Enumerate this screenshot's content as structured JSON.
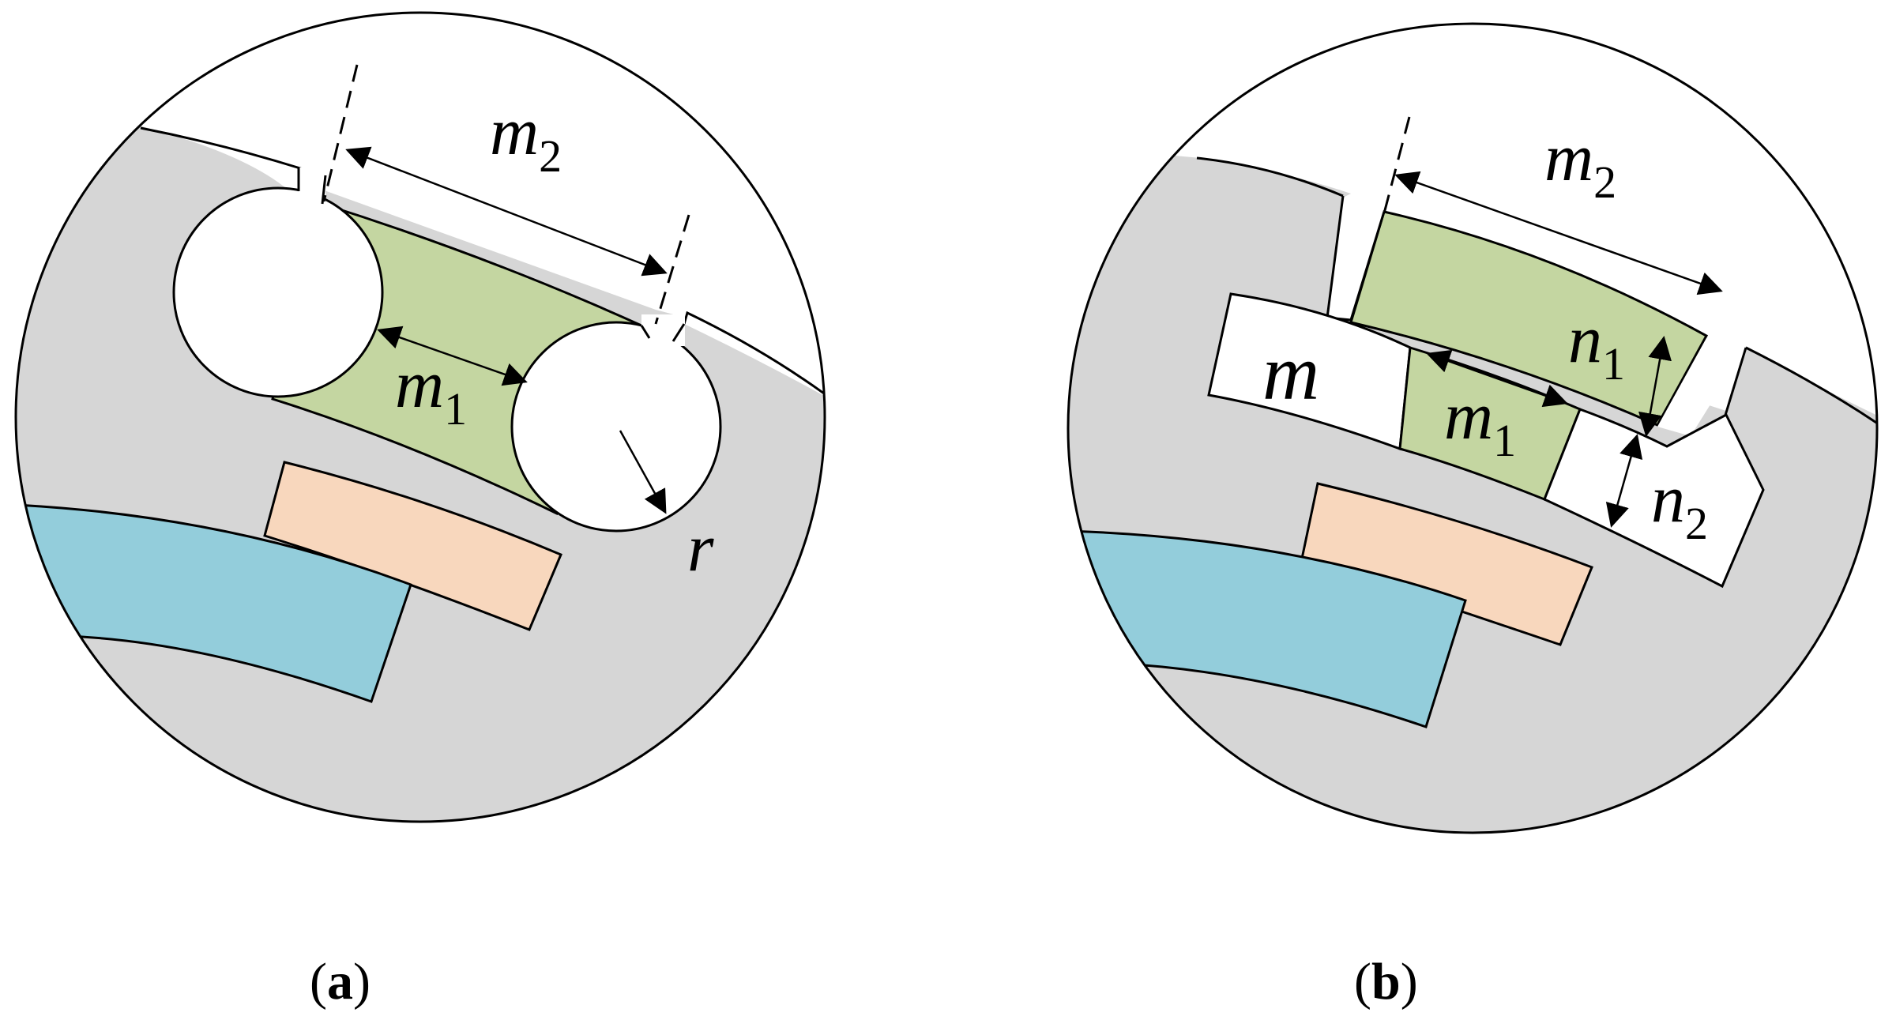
{
  "colors": {
    "stator_gray": "#d6d6d6",
    "slot_green": "#c4d6a1",
    "magnet_peach": "#f8d7bd",
    "rotor_blue": "#93cddb",
    "outline": "#000000",
    "background": "#ffffff"
  },
  "panel_a": {
    "labels": {
      "m2": {
        "base": "m",
        "sub": "2"
      },
      "m1": {
        "base": "m",
        "sub": "1"
      },
      "r": {
        "base": "r",
        "sub": ""
      }
    },
    "caption": {
      "open": "(",
      "letter": "a",
      "close": ")"
    }
  },
  "panel_b": {
    "labels": {
      "m2": {
        "base": "m",
        "sub": "2"
      },
      "m": {
        "base": "m",
        "sub": ""
      },
      "m1": {
        "base": "m",
        "sub": "1"
      },
      "n1": {
        "base": "n",
        "sub": "1"
      },
      "n2": {
        "base": "n",
        "sub": "2"
      }
    },
    "caption": {
      "open": "(",
      "letter": "b",
      "close": ")"
    }
  }
}
